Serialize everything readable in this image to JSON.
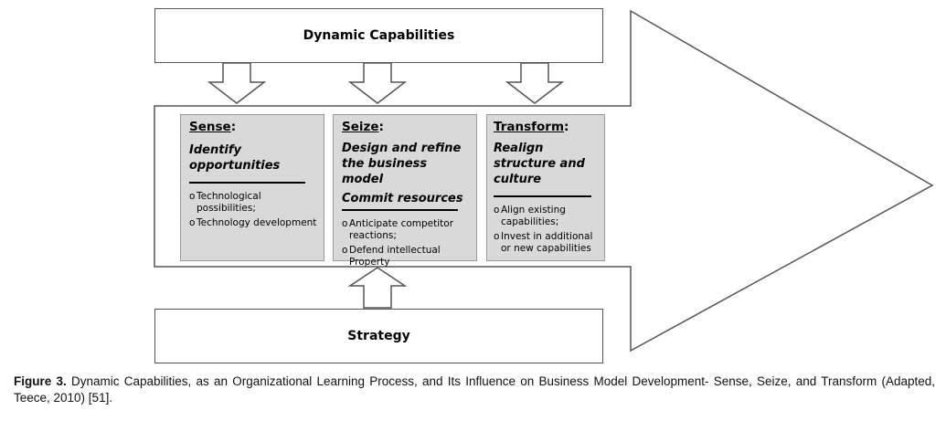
{
  "top_box": {
    "label": "Dynamic Capabilities"
  },
  "bottom_box": {
    "label": "Strategy"
  },
  "cards": [
    {
      "title": "Sense",
      "title_suffix": ":",
      "subtitle": "Identify opportunities",
      "items": [
        "Technological possibilities;",
        "Technology development"
      ]
    },
    {
      "title": "Seize",
      "title_suffix": ":",
      "subtitle": "Design and refine the business model",
      "subtitle2": "Commit resources",
      "items": [
        "Anticipate competitor reactions;",
        "Defend intellectual Property"
      ]
    },
    {
      "title": "Transform",
      "title_suffix": ":",
      "subtitle": "Realign structure and culture",
      "items": [
        "Align existing capabilities;",
        "Invest in additional or new capabilities"
      ]
    }
  ],
  "bullet_glyph": "o",
  "caption": {
    "label": "Figure 3.",
    "text": " Dynamic Capabilities, as an Organizational Learning Process, and Its Influence on Business Model Development- Sense, Seize, and Transform (Adapted, Teece, 2010) [51]."
  }
}
